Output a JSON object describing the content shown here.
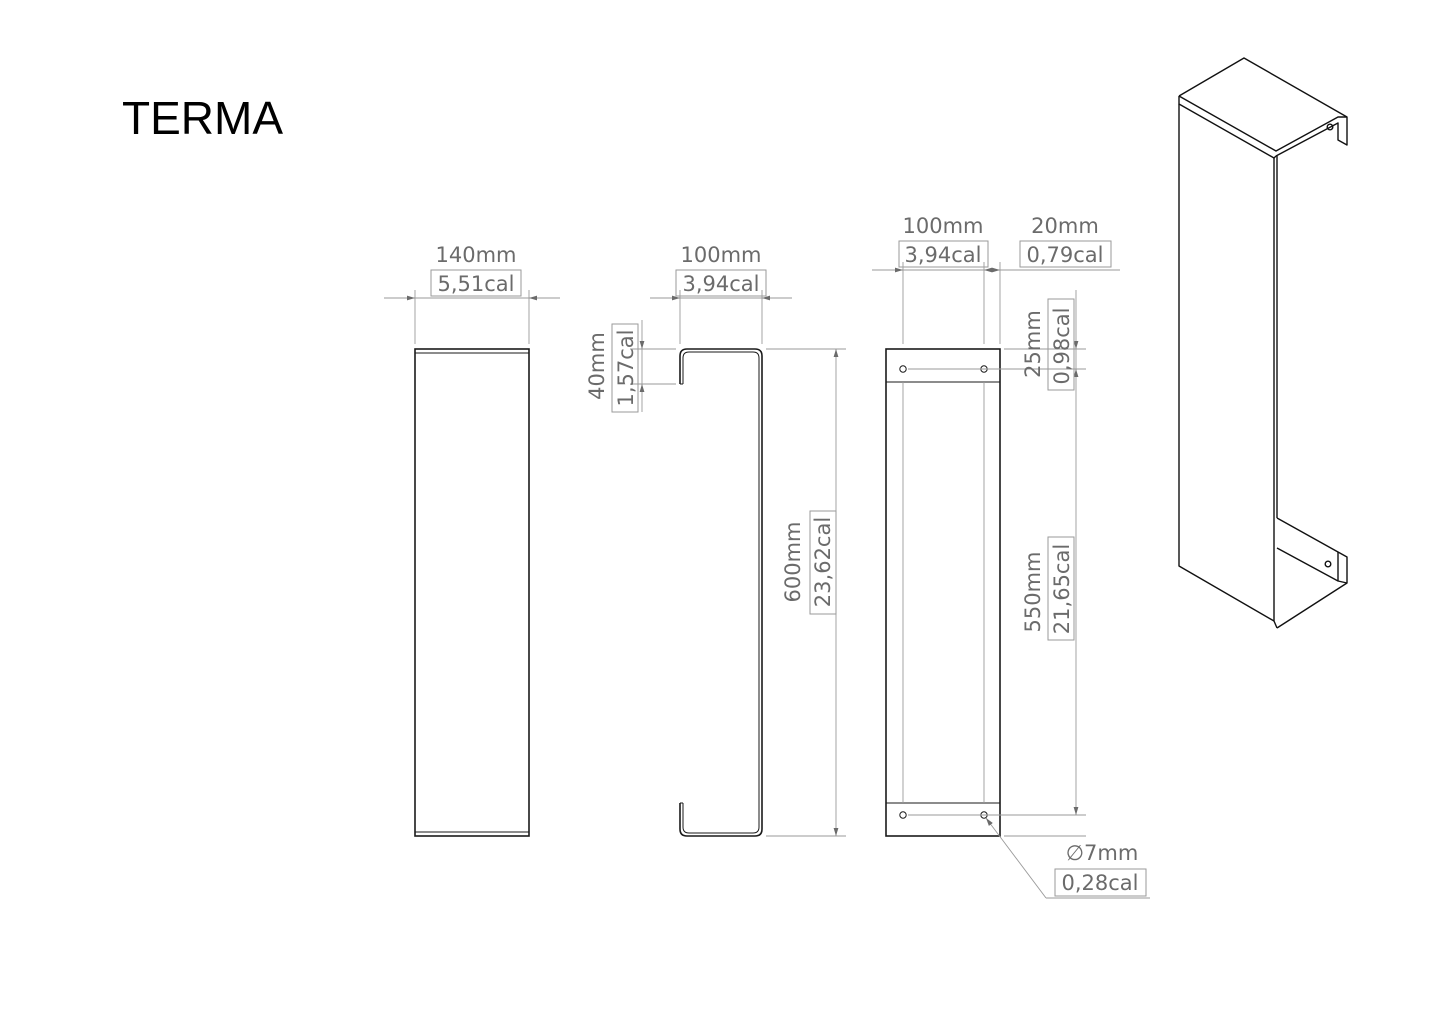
{
  "title": "TERMA",
  "dimensions": {
    "front_width": {
      "mm": "140mm",
      "inch": "5,51cal"
    },
    "side_width": {
      "mm": "100mm",
      "inch": "3,94cal"
    },
    "flange_height": {
      "mm": "40mm",
      "inch": "1,57cal"
    },
    "overall_height": {
      "mm": "600mm",
      "inch": "23,62cal"
    },
    "back_width": {
      "mm": "100mm",
      "inch": "3,94cal"
    },
    "back_edge_offset": {
      "mm": "20mm",
      "inch": "0,79cal"
    },
    "hole_offset": {
      "mm": "25mm",
      "inch": "0,98cal"
    },
    "hole_spacing": {
      "mm": "550mm",
      "inch": "21,65cal"
    },
    "hole_diameter": {
      "mm": "∅7mm",
      "inch": "0,28cal"
    }
  },
  "views": [
    "front-view",
    "side-view",
    "back-view",
    "isometric-view"
  ]
}
